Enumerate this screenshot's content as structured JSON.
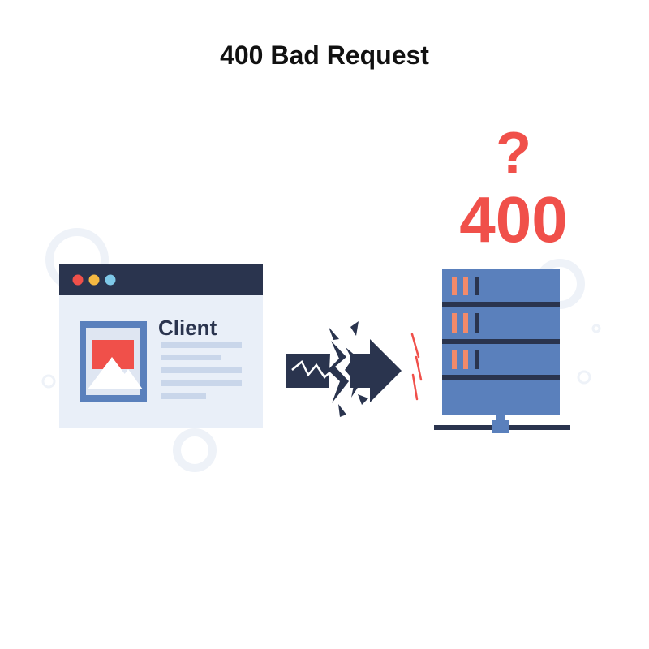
{
  "title": "400 Bad Request",
  "client": {
    "label": "Client"
  },
  "server": {
    "status_code": "400",
    "question_mark": "?"
  },
  "icons": {
    "client": "browser-window-icon",
    "image": "image-placeholder-icon",
    "arrow": "broken-arrow-icon",
    "server": "server-rack-icon",
    "error": "question-mark-icon",
    "decor": "gear-icon"
  },
  "colors": {
    "navy": "#2a344e",
    "server_blue": "#5a80bc",
    "error_red": "#f0504a",
    "panel_light": "#e9eff8",
    "text_dark": "#111111"
  }
}
